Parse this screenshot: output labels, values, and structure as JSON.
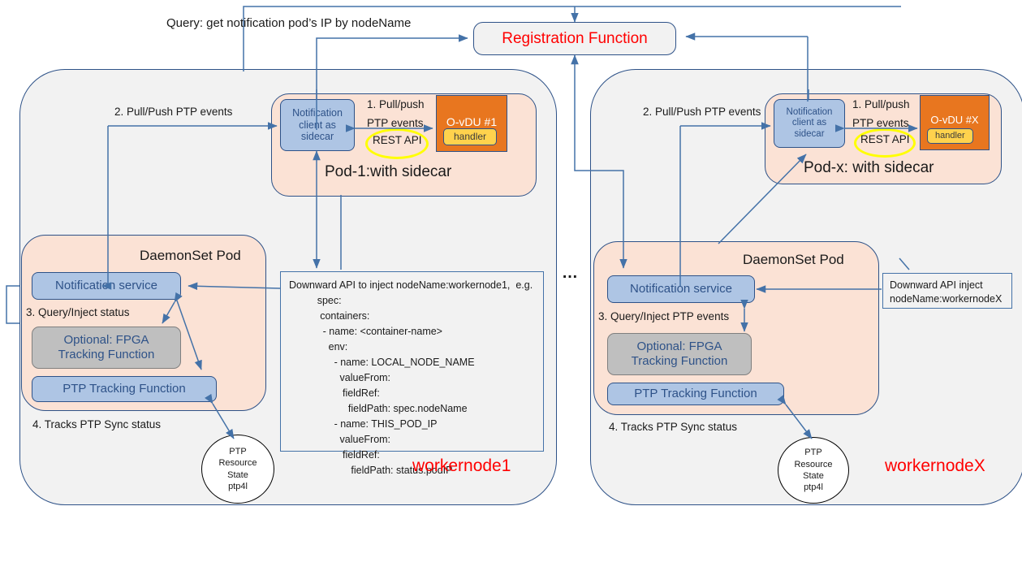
{
  "diagram": {
    "title_label": "Query: get notification pod’s IP by nodeName",
    "registration_function": "Registration Function",
    "ellipsis": "…"
  },
  "left_node": {
    "worker_label": "workernode1",
    "step2": "2. Pull/Push PTP events",
    "pod": {
      "title": "Pod-1:with sidecar",
      "sidecar": "Notification\nclient as\nsidecar",
      "sidecar_l1": "Notification",
      "sidecar_l2": "client as",
      "sidecar_l3": "sidecar",
      "step1": "1. Pull/push\nPTP events",
      "step1_l1": "1. Pull/push",
      "step1_l2": "PTP events",
      "rest_api": "REST API",
      "ovdu": "O-vDU #1",
      "handler": "handler"
    },
    "daemonset": {
      "title": "DaemonSet  Pod",
      "notification_service": "Notification service",
      "step3": "3. Query/Inject status",
      "fpga_l1": "Optional: FPGA",
      "fpga_l2": "Tracking  Function",
      "ptp_tracking": "PTP Tracking Function",
      "step4": "4. Tracks PTP Sync status"
    },
    "ptp_circle": {
      "l1": "PTP",
      "l2": "Resource",
      "l3": "State",
      "l4": "ptp4l"
    },
    "yaml": "Downward API to inject nodeName:workernode1,  e.g.\n          spec:\n           containers:\n            - name: <container-name>\n              env:\n                - name: LOCAL_NODE_NAME\n                  valueFrom:\n                   fieldRef:\n                     fieldPath: spec.nodeName\n                - name: THIS_POD_IP\n                  valueFrom:\n                   fieldRef:\n                      fieldPath: status.podIP"
  },
  "right_node": {
    "worker_label": "workernodeX",
    "step2": "2. Pull/Push PTP events",
    "pod": {
      "title": "Pod-x: with sidecar",
      "sidecar_l1": "Notification",
      "sidecar_l2": "client as",
      "sidecar_l3": "sidecar",
      "step1_l1": "1. Pull/push",
      "step1_l2": "PTP events",
      "rest_api": "REST API",
      "ovdu": "O-vDU #X",
      "handler": "handler"
    },
    "daemonset": {
      "title": "DaemonSet  Pod",
      "notification_service": "Notification service",
      "step3": "3. Query/Inject PTP events",
      "fpga_l1": "Optional: FPGA",
      "fpga_l2": "Tracking Function",
      "ptp_tracking": "PTP Tracking Function",
      "step4": "4. Tracks PTP Sync status"
    },
    "ptp_circle": {
      "l1": "PTP",
      "l2": "Resource",
      "l3": "State",
      "l4": "ptp4l"
    },
    "downward": "Downward API inject\nnodeName:workernodeX"
  },
  "colors": {
    "accent_blue": "#2e5288",
    "box_blue": "#aec5e4",
    "orange": "#e8761f",
    "handler_yellow": "#ffd24d",
    "highlight_yellow": "#ffff00",
    "red": "#ff0000",
    "pod_peach": "#fbe2d5",
    "frame_gray": "#f2f2f2",
    "optional_gray": "#bfbfbf"
  }
}
